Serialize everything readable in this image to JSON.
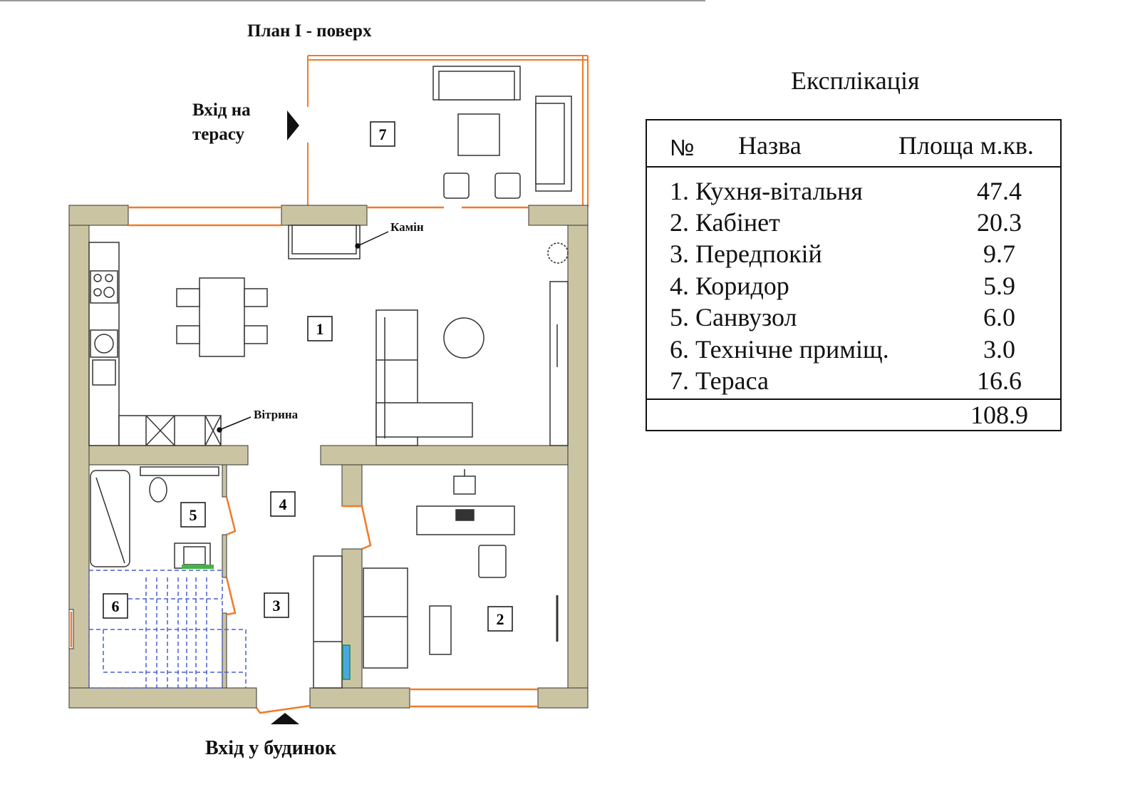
{
  "plan": {
    "title": "План  I - поверх",
    "terrace_entry": [
      "Вхід на",
      "терасу"
    ],
    "house_entry": "Вхід у будинок",
    "fireplace": "Камін",
    "showcase": "Вітрина",
    "room_numbers": [
      "1",
      "2",
      "3",
      "4",
      "5",
      "6",
      "7"
    ],
    "colors": {
      "wall": "#cbc4a2",
      "window": "#f07a28",
      "stairs": "#4a5fd0"
    }
  },
  "explication": {
    "title": "Експлікація",
    "headers": {
      "number": "№",
      "name": "Назва",
      "area": "Площа м.кв."
    },
    "rows": [
      {
        "name": "1. Кухня-вітальня",
        "area": "47.4"
      },
      {
        "name": "2. Кабінет",
        "area": "20.3"
      },
      {
        "name": "3. Передпокій",
        "area": "9.7"
      },
      {
        "name": "4. Коридор",
        "area": "5.9"
      },
      {
        "name": "5. Санвузол",
        "area": "6.0"
      },
      {
        "name": "6. Технічне приміщ.",
        "area": "3.0"
      },
      {
        "name": "7. Тераса",
        "area": "16.6"
      }
    ],
    "total": "108.9"
  }
}
